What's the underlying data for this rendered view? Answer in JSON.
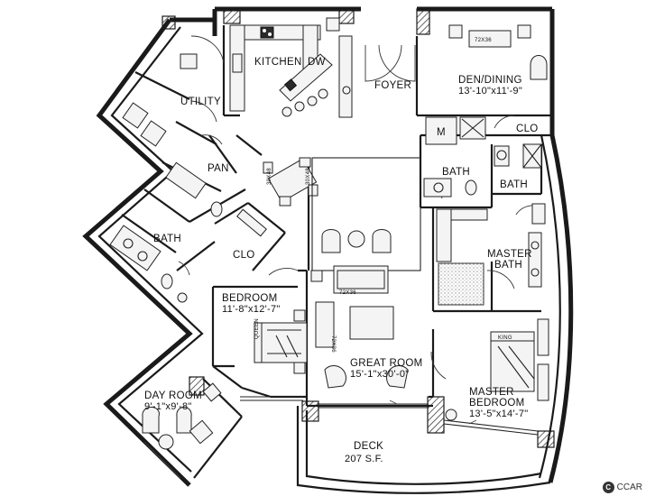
{
  "rooms": {
    "kitchen": "KITCHEN",
    "dw": "DW",
    "utility": "UTILITY",
    "foyer": "FOYER",
    "den": {
      "name": "DEN/DINING",
      "dims": "13'-10\"x11'-9\""
    },
    "clo_top": "CLO",
    "m": "M",
    "bath_upper": "BATH",
    "bath_right": "BATH",
    "pan": "PAN",
    "bath_left": "BATH",
    "clo_left": "CLO",
    "master_bath": {
      "line1": "MASTER",
      "line2": "BATH"
    },
    "bedroom": {
      "name": "BEDROOM",
      "dims": "11'-8\"x12'-7\""
    },
    "great_room": {
      "name": "GREAT ROOM",
      "dims": "15'-1\"x30'-0\""
    },
    "master_bedroom": {
      "line1": "MASTER",
      "line2": "BEDROOM",
      "dims": "13'-5\"x14'-7\""
    },
    "day_room": {
      "name": "DAY ROOM",
      "dims": "9'-1\"x9'-8\""
    },
    "deck": {
      "name": "DECK",
      "area": "207 S.F."
    }
  },
  "furniture_tags": {
    "den_table": "72X36",
    "sofa": "72X36",
    "loveseat": "72X36",
    "dining_l": "30X48",
    "dining_r": "30X48",
    "bed_queen": "QUEEN",
    "bed_king": "KING"
  },
  "watermark": {
    "icon": "copyright-circle-icon",
    "symbol": "C",
    "text": "CCAR"
  }
}
